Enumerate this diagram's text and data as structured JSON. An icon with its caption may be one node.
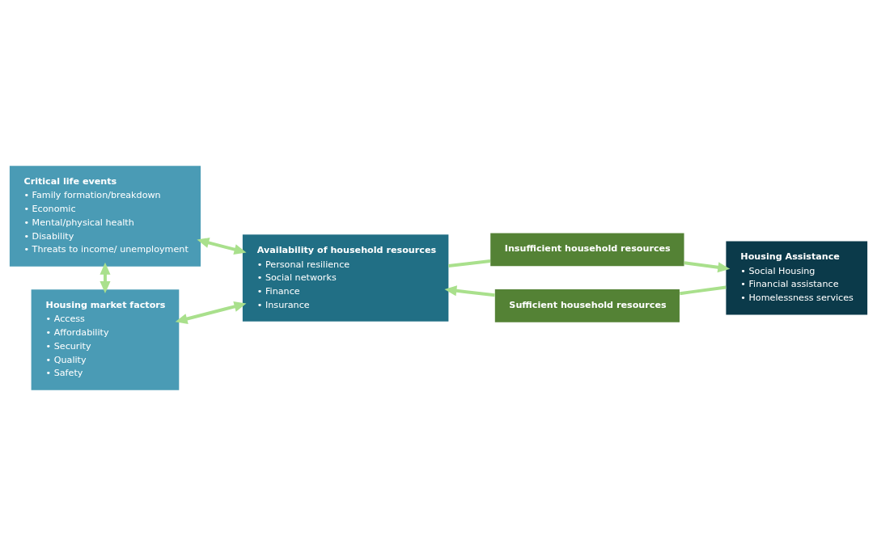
{
  "diagram": {
    "nodes": [
      {
        "text": [
          "Critical life events",
          "• Family formation/breakdown",
          "• Economic",
          "• Mental/physical health",
          "• Disability",
          "• Threats to income/ unemployment"
        ]
      },
      {
        "text": [
          "Housing market factors",
          "• Access",
          "• Affordability",
          "• Security",
          "• Quality",
          "• Safety"
        ]
      },
      {
        "text": [
          "Availability of household resources",
          "• Personal resilience",
          "• Social networks",
          "• Finance",
          "• Insurance"
        ]
      },
      {
        "text": [
          "Insufficient household resources"
        ]
      },
      {
        "text": [
          "Housing Assistance",
          "• Social Housing",
          "• Financial assistance",
          "• Homelessness services"
        ]
      },
      {
        "text": [
          "Sufficient household resources"
        ]
      }
    ],
    "edges": [
      {
        "from": 0,
        "to": 2,
        "arrow": "both"
      },
      {
        "from": 0,
        "to": 1,
        "arrow": "both"
      },
      {
        "from": 1,
        "to": 2,
        "arrow": "both"
      },
      {
        "from": 2,
        "to": 3,
        "arrow": "none"
      },
      {
        "from": 3,
        "to": 4,
        "arrow": "to"
      },
      {
        "from": 4,
        "to": 5,
        "arrow": "none"
      },
      {
        "from": 5,
        "to": 2,
        "arrow": "to"
      }
    ]
  }
}
